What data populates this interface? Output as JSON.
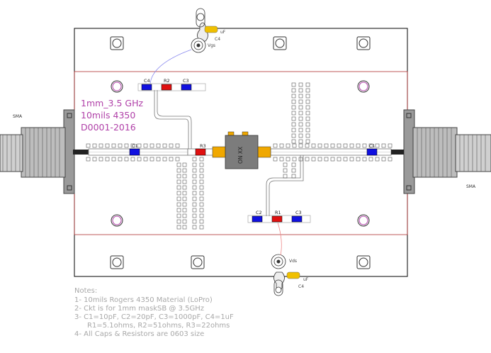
{
  "title_block": {
    "line1": "1mm_3.5 GHz",
    "line2": "10mils 4350",
    "line3": "D0001-2016"
  },
  "notes": {
    "heading": "Notes:",
    "line1": "1- 10mils Rogers 4350 Material (LoPro)",
    "line2": "2- Ckt is for 1mm maskSB @ 3.5GHz",
    "line3": "3- C1=10pF, C2=20pF, C3=1000pF, C4=1uF",
    "line4": "R1=5.1ohms, R2=51ohms, R3=22ohms",
    "line5": "4- All Caps & Resistors are 0603 size"
  },
  "connectors": {
    "left": "SMA",
    "right": "SMA"
  },
  "supply": {
    "gate_label": "Vgs",
    "drain_label": "Vds",
    "gate_cap_label": "C4",
    "gate_cap_value": "uF",
    "drain_cap_label": "C4",
    "drain_cap_value": "uF"
  },
  "components": {
    "gate_c4": "C4",
    "gate_r2": "R2",
    "gate_c3": "C3",
    "input_c1": "C1",
    "input_r3": "R3",
    "output_c1": "C1",
    "drain_c2": "C2",
    "drain_r1": "R1",
    "drain_c3": "C3"
  },
  "chip": {
    "label": "ON XX"
  },
  "colors": {
    "board_outline": "#000000",
    "inner_outline": "#b03030",
    "trace": "#888888",
    "capacitor": "#1010e0",
    "resistor": "#e01010",
    "electrolytic": "#f0c000",
    "chip_body": "#7c7c7c",
    "chip_pad": "#f0a800",
    "hole_ring": "#b040a8",
    "title_text": "#b040a8",
    "notes_text": "#a8a8a8",
    "wire_gate": "#8888ee",
    "wire_drain": "#ee8888"
  }
}
